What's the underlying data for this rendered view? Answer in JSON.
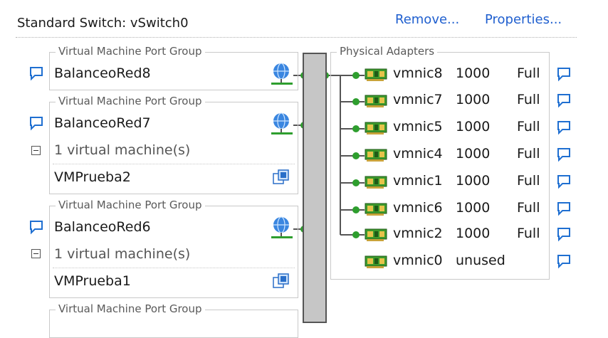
{
  "header": {
    "title": "Standard Switch: vSwitch0",
    "remove_label": "Remove...",
    "properties_label": "Properties..."
  },
  "port_groups": [
    {
      "legend": "Virtual Machine Port Group",
      "name": "BalanceoRed8"
    },
    {
      "legend": "Virtual Machine Port Group",
      "name": "BalanceoRed7",
      "vm_count": "1 virtual machine(s)",
      "vm": "VMPrueba2"
    },
    {
      "legend": "Virtual Machine Port Group",
      "name": "BalanceoRed6",
      "vm_count": "1 virtual machine(s)",
      "vm": "VMPrueba1"
    },
    {
      "legend": "Virtual Machine Port Group"
    }
  ],
  "physical_adapters": {
    "legend": "Physical Adapters",
    "items": [
      {
        "name": "vmnic8",
        "speed": "1000",
        "duplex": "Full"
      },
      {
        "name": "vmnic7",
        "speed": "1000",
        "duplex": "Full"
      },
      {
        "name": "vmnic5",
        "speed": "1000",
        "duplex": "Full"
      },
      {
        "name": "vmnic4",
        "speed": "1000",
        "duplex": "Full"
      },
      {
        "name": "vmnic1",
        "speed": "1000",
        "duplex": "Full"
      },
      {
        "name": "vmnic6",
        "speed": "1000",
        "duplex": "Full"
      },
      {
        "name": "vmnic2",
        "speed": "1000",
        "duplex": "Full"
      },
      {
        "name": "vmnic0",
        "speed": "unused",
        "duplex": ""
      }
    ]
  },
  "colors": {
    "link": "#1f5fcf",
    "connector_green": "#2e9e2e",
    "bubble_blue": "#1f6fd1"
  },
  "icons": {
    "bubble": "speech-bubble-icon",
    "globe": "network-globe-icon",
    "vm": "virtual-machine-icon",
    "nic": "network-adapter-icon",
    "collapse": "collapse-minus-icon"
  }
}
